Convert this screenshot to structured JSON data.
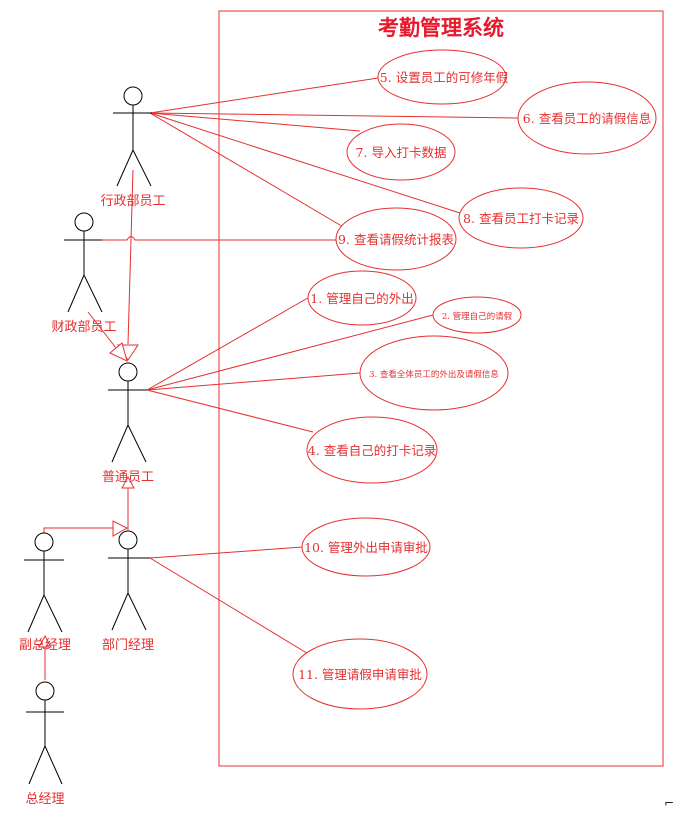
{
  "system": {
    "title": "考勤管理系统"
  },
  "actors": [
    {
      "id": "admin",
      "label": "行政部员工"
    },
    {
      "id": "finance",
      "label": "财政部员工"
    },
    {
      "id": "staff",
      "label": "普通员工"
    },
    {
      "id": "vice",
      "label": "副总经理"
    },
    {
      "id": "dept",
      "label": "部门经理"
    },
    {
      "id": "gm",
      "label": "总经理"
    }
  ],
  "use_cases": [
    {
      "id": "uc5",
      "label": "5. 设置员工的可修年假"
    },
    {
      "id": "uc6",
      "label": "6. 查看员工的请假信息"
    },
    {
      "id": "uc7",
      "label": "7. 导入打卡数据"
    },
    {
      "id": "uc8",
      "label": "8. 查看员工打卡记录"
    },
    {
      "id": "uc9",
      "label": "9. 查看请假统计报表"
    },
    {
      "id": "uc1",
      "label": "1. 管理自己的外出"
    },
    {
      "id": "uc2",
      "label": "2. 管理自己的请假"
    },
    {
      "id": "uc3",
      "label": "3. 查看全体员工的外出及请假信息"
    },
    {
      "id": "uc4",
      "label": "4. 查看自己的打卡记录"
    },
    {
      "id": "uc10",
      "label": "10. 管理外出申请审批"
    },
    {
      "id": "uc11",
      "label": "11. 管理请假申请审批"
    }
  ],
  "colors": {
    "line": "#e53030",
    "actor": "#000000",
    "text": "#e53030"
  },
  "misc": {
    "cursor_icon": "text-cursor-icon"
  }
}
